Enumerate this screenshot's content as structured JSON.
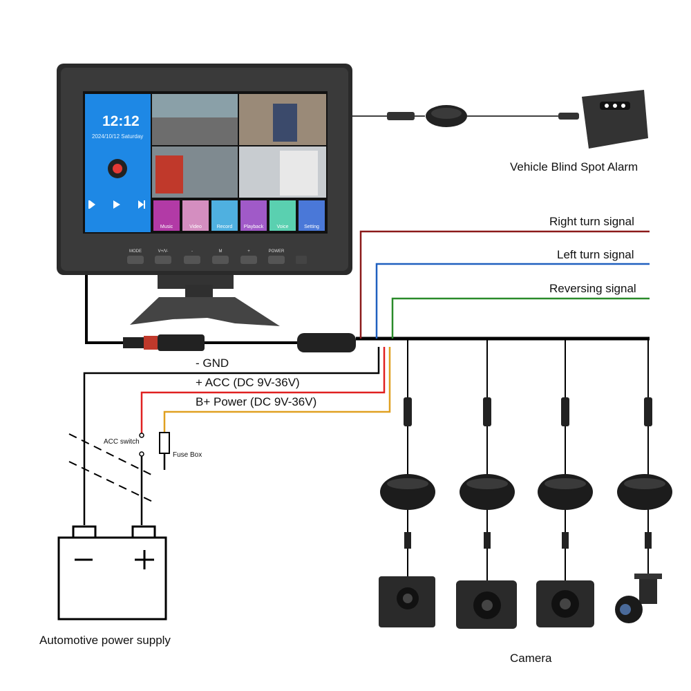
{
  "monitor": {
    "time": "12:12",
    "date": "2024/10/12  Saturday",
    "apps": [
      "Music",
      "Video",
      "Record",
      "Playback",
      "Voice",
      "Setting"
    ],
    "buttons": [
      "MODE",
      "V+/V-",
      "-",
      "M",
      "+",
      "POWER"
    ]
  },
  "labels": {
    "blind_spot_alarm": "Vehicle Blind Spot Alarm",
    "right_turn": "Right turn signal",
    "left_turn": "Left turn signal",
    "reversing": "Reversing signal",
    "gnd": "-  GND",
    "acc": "+ ACC (DC 9V-36V)",
    "power": "B+ Power (DC 9V-36V)",
    "acc_switch": "ACC switch",
    "fuse_box": "Fuse Box",
    "power_supply": "Automotive power supply",
    "camera": "Camera"
  },
  "colors": {
    "right_turn_wire": "#8b1a1a",
    "left_turn_wire": "#1f5fbf",
    "reversing_wire": "#2a8a2a",
    "acc_wire": "#e02020",
    "power_wire": "#e0a020",
    "screen_blue": "#1e88e5"
  }
}
